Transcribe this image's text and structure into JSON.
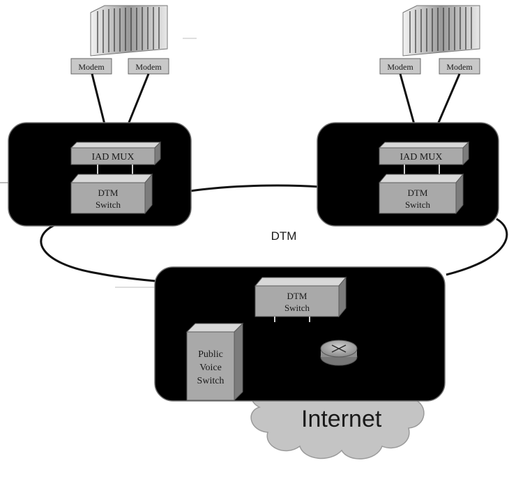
{
  "labels": {
    "modem_tl_1": "Modem",
    "modem_tl_2": "Modem",
    "modem_tr_1": "Modem",
    "modem_tr_2": "Modem",
    "iad_left": "IAD MUX",
    "iad_right": "IAD MUX",
    "dtm_switch_left": [
      "DTM",
      "Switch"
    ],
    "dtm_switch_right": [
      "DTM",
      "Switch"
    ],
    "dtm_switch_bottom": [
      "DTM",
      "Switch"
    ],
    "ring_label": "DTM",
    "public_voice_switch": [
      "Public",
      "Voice",
      "Switch"
    ],
    "internet": "Internet"
  },
  "colors": {
    "site_fill": "#000000",
    "device_front": "#a9a9a9",
    "device_top": "#d8d8d8",
    "cloud": "#c4c4c4"
  },
  "icons": {
    "server_rack": "server-rack-icon",
    "router": "router-icon",
    "cloud": "cloud-icon"
  }
}
